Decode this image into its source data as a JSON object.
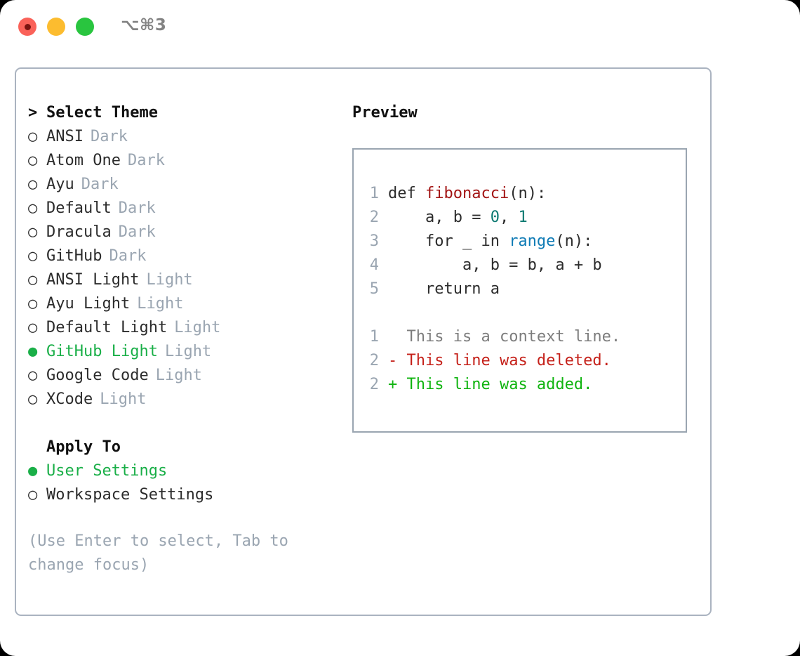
{
  "window": {
    "traffic_lights": [
      "close-red",
      "minimize-yellow",
      "maximize-green"
    ],
    "shortcut": "⌥⌘3",
    "colors": {
      "red": "#fa6259",
      "yellow": "#fcbc2f",
      "green": "#29c53f",
      "accent_green": "#1aaf48",
      "muted": "#9aa5b1",
      "border": "#aab3c0"
    }
  },
  "theme_picker": {
    "header": {
      "marker": ">",
      "label": "Select Theme"
    },
    "items": [
      {
        "marker": "○",
        "name": "ANSI",
        "tag": "Dark",
        "selected": false
      },
      {
        "marker": "○",
        "name": "Atom One",
        "tag": "Dark",
        "selected": false
      },
      {
        "marker": "○",
        "name": "Ayu",
        "tag": "Dark",
        "selected": false
      },
      {
        "marker": "○",
        "name": "Default",
        "tag": "Dark",
        "selected": false
      },
      {
        "marker": "○",
        "name": "Dracula",
        "tag": "Dark",
        "selected": false
      },
      {
        "marker": "○",
        "name": "GitHub",
        "tag": "Dark",
        "selected": false
      },
      {
        "marker": "○",
        "name": "ANSI Light",
        "tag": "Light",
        "selected": false
      },
      {
        "marker": "○",
        "name": "Ayu Light",
        "tag": "Light",
        "selected": false
      },
      {
        "marker": "○",
        "name": "Default Light",
        "tag": "Light",
        "selected": false
      },
      {
        "marker": "●",
        "name": "GitHub Light",
        "tag": "Light",
        "selected": true
      },
      {
        "marker": "○",
        "name": "Google Code",
        "tag": "Light",
        "selected": false
      },
      {
        "marker": "○",
        "name": "XCode",
        "tag": "Light",
        "selected": false
      }
    ]
  },
  "apply_to": {
    "header": "Apply To",
    "options": [
      {
        "marker": "●",
        "name": "User Settings",
        "selected": true
      },
      {
        "marker": "○",
        "name": "Workspace Settings",
        "selected": false
      }
    ]
  },
  "hint": "(Use Enter to select, Tab to change focus)",
  "preview": {
    "title": "Preview",
    "code_lines": [
      {
        "no": "1",
        "parts": [
          {
            "t": "def ",
            "c": "tok-plain"
          },
          {
            "t": "fibonacci",
            "c": "tok-fn"
          },
          {
            "t": "(n):",
            "c": "tok-plain"
          }
        ]
      },
      {
        "no": "2",
        "parts": [
          {
            "t": "    a, b = ",
            "c": "tok-plain"
          },
          {
            "t": "0",
            "c": "tok-num"
          },
          {
            "t": ", ",
            "c": "tok-plain"
          },
          {
            "t": "1",
            "c": "tok-num"
          }
        ]
      },
      {
        "no": "3",
        "parts": [
          {
            "t": "    for _ in ",
            "c": "tok-plain"
          },
          {
            "t": "range",
            "c": "tok-call"
          },
          {
            "t": "(n):",
            "c": "tok-plain"
          }
        ]
      },
      {
        "no": "4",
        "parts": [
          {
            "t": "        a, b = b, a + b",
            "c": "tok-plain"
          }
        ]
      },
      {
        "no": "5",
        "parts": [
          {
            "t": "    return a",
            "c": "tok-plain"
          }
        ]
      }
    ],
    "diff_lines": [
      {
        "no": "1",
        "sign": "  ",
        "text": "This is a context line.",
        "cls": "diff-ctx"
      },
      {
        "no": "2",
        "sign": "- ",
        "text": "This line was deleted.",
        "cls": "diff-del"
      },
      {
        "no": "2",
        "sign": "+ ",
        "text": "This line was added.",
        "cls": "diff-add"
      }
    ]
  }
}
